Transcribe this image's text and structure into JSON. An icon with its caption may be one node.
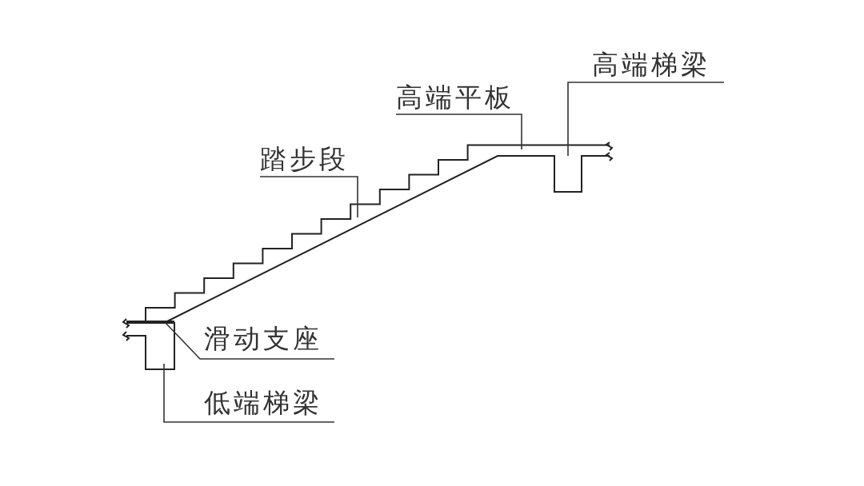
{
  "diagram": {
    "nodes": [
      {
        "text": [
          "高端梯梁"
        ]
      },
      {
        "text": [
          "高端平板"
        ]
      },
      {
        "text": [
          "踏步段"
        ]
      },
      {
        "text": [
          "滑动支座"
        ]
      },
      {
        "text": [
          "低端梯梁"
        ]
      }
    ],
    "edges": [
      {
        "from": 0,
        "to": null,
        "arrow": "none"
      },
      {
        "from": 1,
        "to": null,
        "arrow": "none"
      },
      {
        "from": 2,
        "to": null,
        "arrow": "none"
      },
      {
        "from": 3,
        "to": null,
        "arrow": "none"
      },
      {
        "from": 4,
        "to": null,
        "arrow": "none"
      }
    ]
  }
}
